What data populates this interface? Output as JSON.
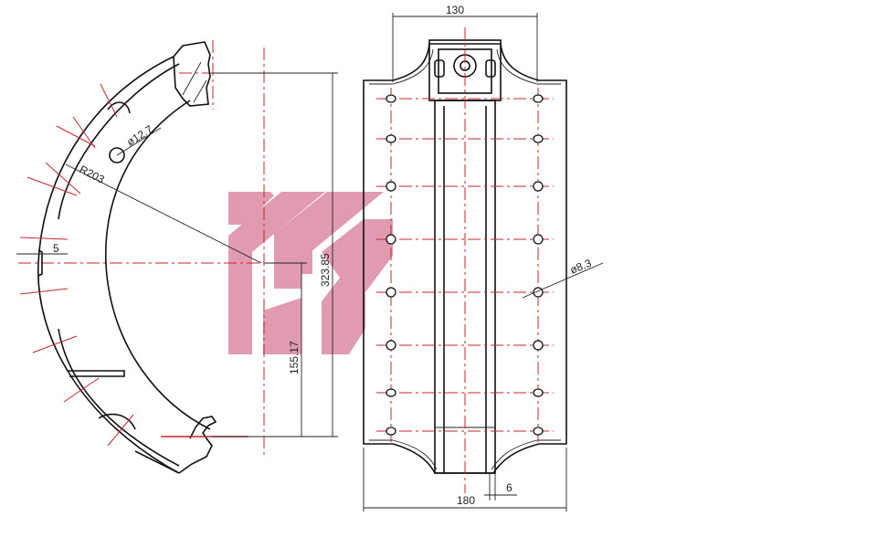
{
  "dimensions": {
    "top_width": "130",
    "bottom_width": "180",
    "rib_width": "6",
    "hole_right": "ø8.3",
    "hole_left": "ø12.7",
    "radius": "R203",
    "lip": "5",
    "height_total": "323.85",
    "height_half": "155.17"
  },
  "colors": {
    "line": "#111111",
    "centerline": "#c0282d",
    "watermark": "#d87a98"
  }
}
